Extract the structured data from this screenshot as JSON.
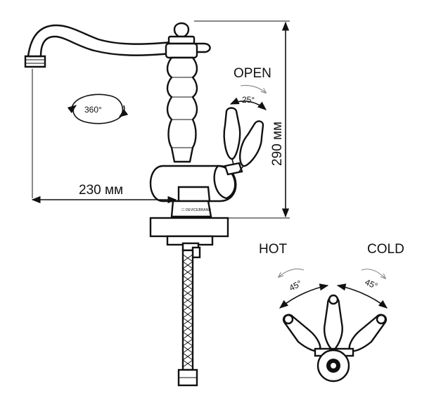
{
  "labels": {
    "open": "OPEN",
    "open_angle": "25°",
    "rotation": "360°",
    "height": "290 мм",
    "reach": "230 мм",
    "hot": "HOT",
    "cold": "COLD",
    "hot_angle": "45°",
    "cold_angle": "45°"
  }
}
